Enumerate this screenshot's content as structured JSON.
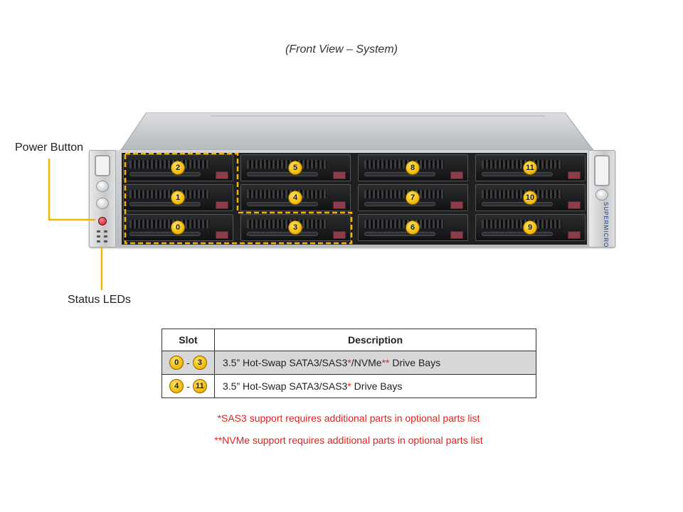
{
  "caption": "(Front View – System)",
  "callouts": {
    "power_button": "Power Button",
    "status_leds": "Status LEDs"
  },
  "chassis": {
    "brand": "SUPERMICRO"
  },
  "bays": [
    {
      "number": "2"
    },
    {
      "number": "1"
    },
    {
      "number": "0"
    },
    {
      "number": "5"
    },
    {
      "number": "4"
    },
    {
      "number": "3"
    },
    {
      "number": "8"
    },
    {
      "number": "7"
    },
    {
      "number": "6"
    },
    {
      "number": "11"
    },
    {
      "number": "10"
    },
    {
      "number": "9"
    }
  ],
  "table": {
    "headers": {
      "slot": "Slot",
      "description": "Description"
    },
    "rows": [
      {
        "slot_start": "0",
        "slot_sep": "-",
        "slot_end": "3",
        "desc_a": "3.5” Hot-Swap SATA3/SAS3",
        "mark_a": "*",
        "desc_b": "/NVMe",
        "mark_b": "**",
        "desc_c": " Drive Bays"
      },
      {
        "slot_start": "4",
        "slot_sep": "-",
        "slot_end": "11",
        "desc_a": "3.5” Hot-Swap SATA3/SAS3",
        "mark_a": "*",
        "desc_c": " Drive Bays"
      }
    ]
  },
  "footnotes": [
    "*SAS3 support requires additional parts in optional parts list",
    "**NVMe support requires additional parts in optional parts list"
  ],
  "colors": {
    "badge": "#f2b600",
    "callout_line": "#f2b600",
    "footnote": "#e0221c",
    "shaded_row": "#d8d8d8"
  }
}
